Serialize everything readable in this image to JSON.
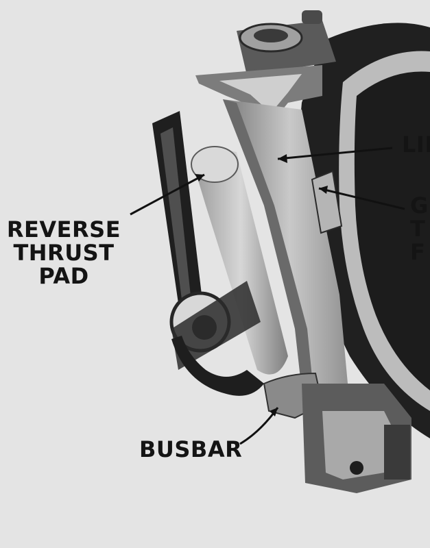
{
  "labels": {
    "reverse_thrust_pad": "REVERSE\nTHRUST\nPAD",
    "busbar": "BUSBAR",
    "link_partial": "LII",
    "g_partial": "G\nT\nF"
  },
  "colors": {
    "paper": "#e6e6e6",
    "ink": "#141414",
    "metal_light": "#bdbdbd",
    "metal_mid": "#8e8e8e",
    "metal_dark": "#2a2a2a"
  }
}
